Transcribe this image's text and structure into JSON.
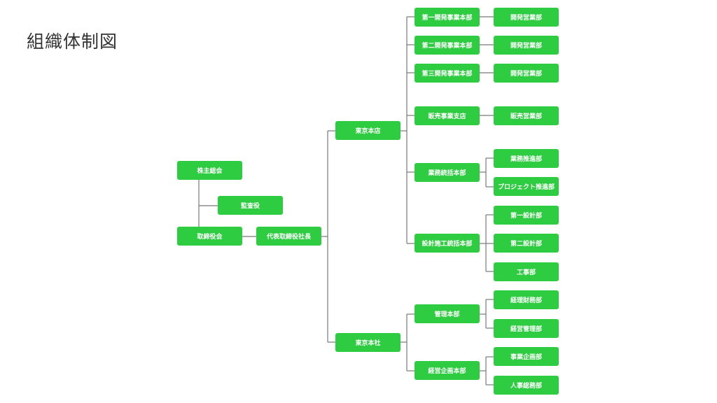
{
  "page": {
    "title": "組織体制図"
  },
  "org": {
    "shareholders": "株主総会",
    "auditor": "監査役",
    "board": "取締役会",
    "ceo": "代表取締役社長",
    "tokyo_branch": "東京本店",
    "tokyo_head": "東京本社",
    "dev1": "第一開発事業本部",
    "dev2": "第二開発事業本部",
    "dev3": "第三開発事業本部",
    "dev_sales_1": "開発営業部",
    "dev_sales_2": "開発営業部",
    "dev_sales_3": "開発営業部",
    "sales_branch": "販売事業支店",
    "sales_dept": "販売営業部",
    "ops_div": "業務統括本部",
    "ops_promo": "業務推進部",
    "project_promo": "プロジェクト推進部",
    "design_div": "設計施工統括本部",
    "design1": "第一設計部",
    "design2": "第二設計部",
    "construction": "工事部",
    "mgmt_div": "管理本部",
    "finance": "経理財務部",
    "biz_mgmt": "経営管理部",
    "planning_div": "経営企画本部",
    "biz_planning": "事業企画部",
    "hr": "人事総務部"
  }
}
